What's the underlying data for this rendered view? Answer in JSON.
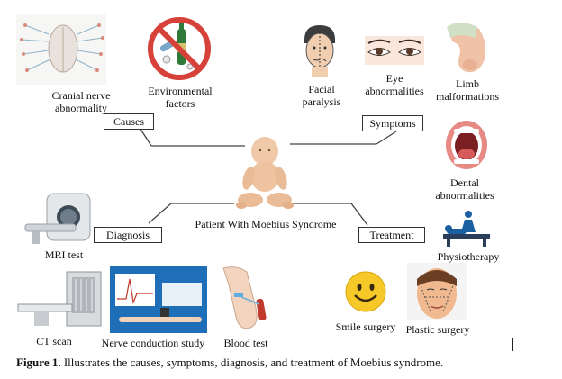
{
  "center": {
    "label": "Patient With Moebius Syndrome"
  },
  "boxes": {
    "causes": "Causes",
    "symptoms": "Symptoms",
    "diagnosis": "Diagnosis",
    "treatment": "Treatment"
  },
  "causes": {
    "cranial_line1": "Cranial nerve",
    "cranial_line2": "abnormality",
    "env_line1": "Environmental",
    "env_line2": "factors"
  },
  "symptoms": {
    "facial_line1": "Facial",
    "facial_line2": "paralysis",
    "eye_line1": "Eye",
    "eye_line2": "abnormalities",
    "limb_line1": "Limb",
    "limb_line2": "malformations",
    "dental_line1": "Dental",
    "dental_line2": "abnormalities"
  },
  "diagnosis": {
    "mri": "MRI test",
    "ct": "CT scan",
    "ncs": "Nerve conduction study",
    "blood": "Blood test"
  },
  "treatment": {
    "physio": "Physiotherapy",
    "smile": "Smile surgery",
    "plastic": "Plastic surgery"
  },
  "caption": {
    "prefix": "Figure 1.",
    "text": " Illustrates the causes, symptoms, diagnosis, and treatment of Moebius syndrome."
  }
}
